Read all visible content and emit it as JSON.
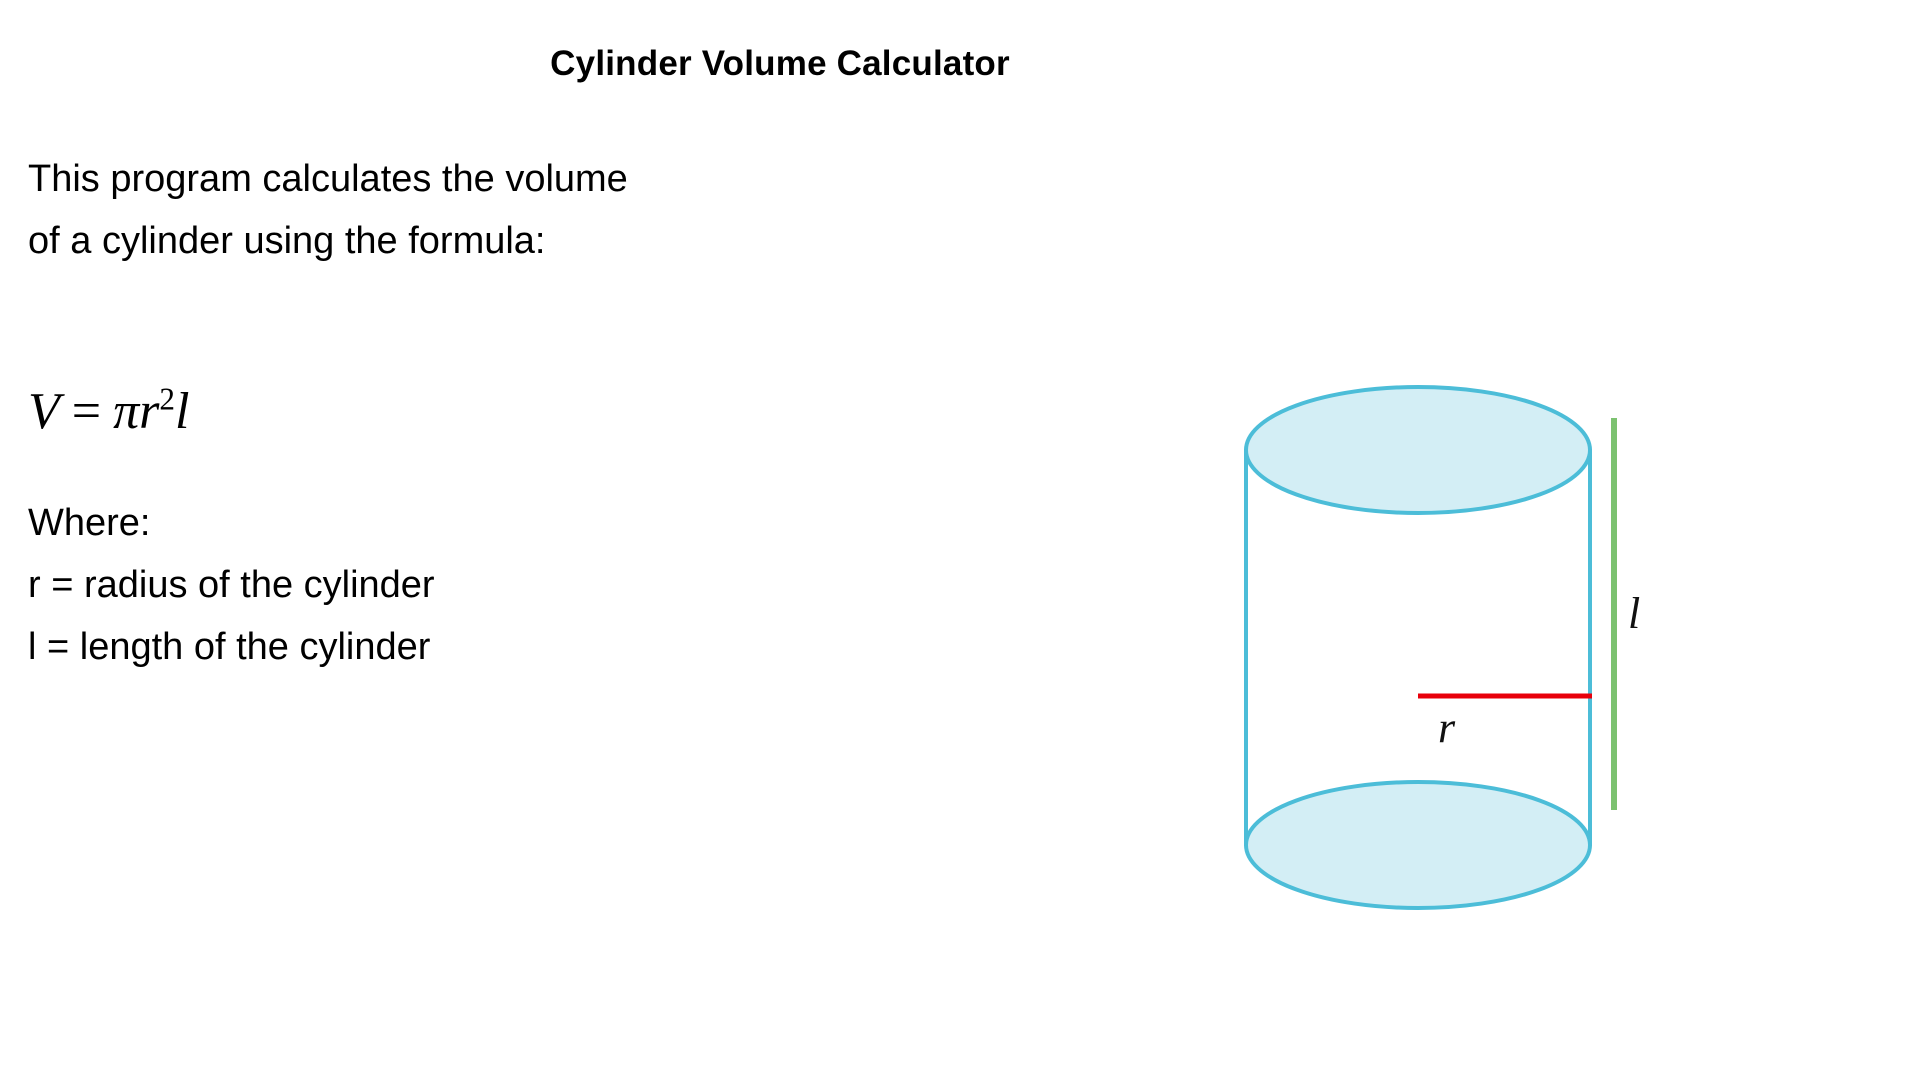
{
  "slide": {
    "title": "Cylinder Volume Calculator",
    "background_color": "#ffffff",
    "text_color": "#000000"
  },
  "description": {
    "lines": [
      "This program calculates the volume",
      "of a cylinder using the formula:"
    ]
  },
  "formula": {
    "full_text": "V = πr²l",
    "lhs": "V",
    "equals": "=",
    "pi": "π",
    "radius_var": "r",
    "exponent": "2",
    "length_var": "l"
  },
  "legend": {
    "heading": "Where:",
    "items": [
      "r = radius of the cylinder",
      "l = length of the cylinder"
    ]
  },
  "diagram": {
    "name": "cylinder-diagram",
    "radius_label": "r",
    "length_label": "l",
    "colors": {
      "outline": "#4CBDD8",
      "fill": "#D3EEF5",
      "radius_line": "#E8000B",
      "length_line": "#7CC270"
    }
  }
}
